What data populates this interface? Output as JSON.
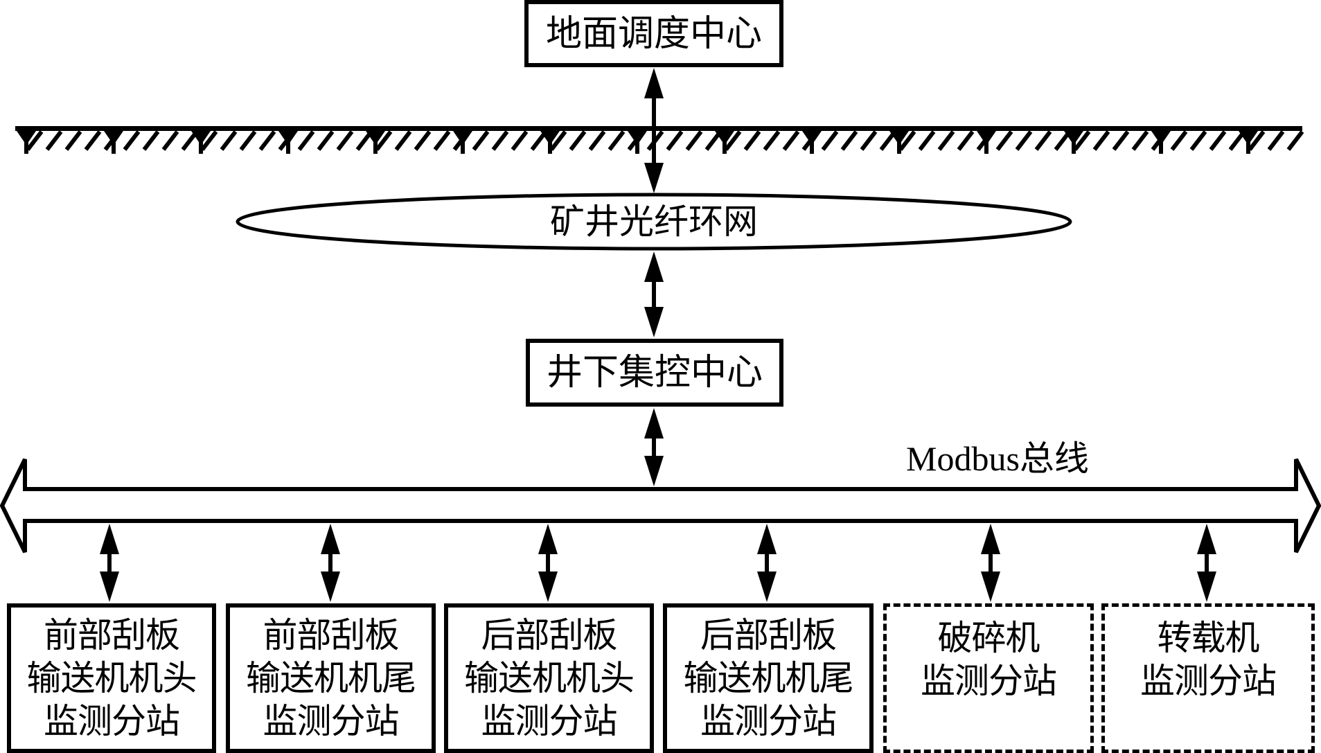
{
  "diagram": {
    "type": "network-topology",
    "nodes": {
      "surface_center": {
        "label": "地面调度中心",
        "style": "solid-box"
      },
      "fiber_ring": {
        "label": "矿井光纤环网",
        "style": "ellipse"
      },
      "underground_center": {
        "label": "井下集控中心",
        "style": "solid-box"
      },
      "bus": {
        "label": "Modbus总线",
        "style": "double-headed-hollow-arrow"
      }
    },
    "ground_line": {
      "meaning": "ground-surface-hatching"
    },
    "stations": [
      {
        "label": "前部刮板\n输送机机头\n监测分站",
        "style": "solid"
      },
      {
        "label": "前部刮板\n输送机机尾\n监测分站",
        "style": "solid"
      },
      {
        "label": "后部刮板\n输送机机头\n监测分站",
        "style": "solid"
      },
      {
        "label": "后部刮板\n输送机机尾\n监测分站",
        "style": "solid"
      },
      {
        "label": "破碎机\n监测分站",
        "style": "dashed"
      },
      {
        "label": "转载机\n监测分站",
        "style": "dashed"
      }
    ],
    "edges": [
      {
        "from": "surface_center",
        "to": "fiber_ring",
        "direction": "bidirectional"
      },
      {
        "from": "fiber_ring",
        "to": "underground_center",
        "direction": "bidirectional"
      },
      {
        "from": "underground_center",
        "to": "bus",
        "direction": "bidirectional"
      },
      {
        "from": "bus",
        "to": "stations.0",
        "direction": "bidirectional"
      },
      {
        "from": "bus",
        "to": "stations.1",
        "direction": "bidirectional"
      },
      {
        "from": "bus",
        "to": "stations.2",
        "direction": "bidirectional"
      },
      {
        "from": "bus",
        "to": "stations.3",
        "direction": "bidirectional"
      },
      {
        "from": "bus",
        "to": "stations.4",
        "direction": "bidirectional"
      },
      {
        "from": "bus",
        "to": "stations.5",
        "direction": "bidirectional"
      }
    ]
  }
}
